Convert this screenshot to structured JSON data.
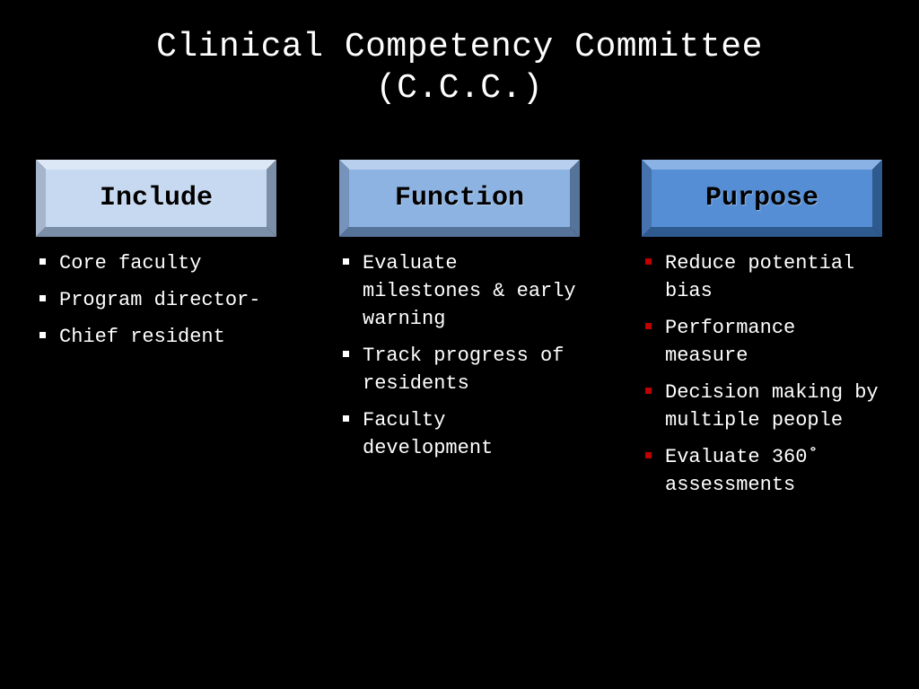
{
  "slide": {
    "title_line1": "Clinical Competency Committee",
    "title_line2": "(C.C.C.)"
  },
  "columns": [
    {
      "header": "Include",
      "header_colors": {
        "face": "#c6d9f1",
        "light": "#dde8f6",
        "dark": "#7b8ea8",
        "mid": "#a5b6cc"
      },
      "bullet_color": "#ffffff",
      "items": [
        "Core faculty",
        "Program director-",
        "Chief resident"
      ]
    },
    {
      "header": "Function",
      "header_colors": {
        "face": "#8db3e2",
        "light": "#b8d0ee",
        "dark": "#56739a",
        "mid": "#7693bb"
      },
      "bullet_color": "#ffffff",
      "items": [
        "Evaluate milestones & early warning",
        "Track progress of residents",
        "Faculty development"
      ]
    },
    {
      "header": "Purpose",
      "header_colors": {
        "face": "#558ed5",
        "light": "#8ab2e4",
        "dark": "#2f5a8f",
        "mid": "#4673ad"
      },
      "bullet_color": "#c00000",
      "items": [
        "Reduce potential bias",
        "Performance measure",
        "Decision making by multiple people",
        "Evaluate 360˚ assessments"
      ]
    }
  ]
}
